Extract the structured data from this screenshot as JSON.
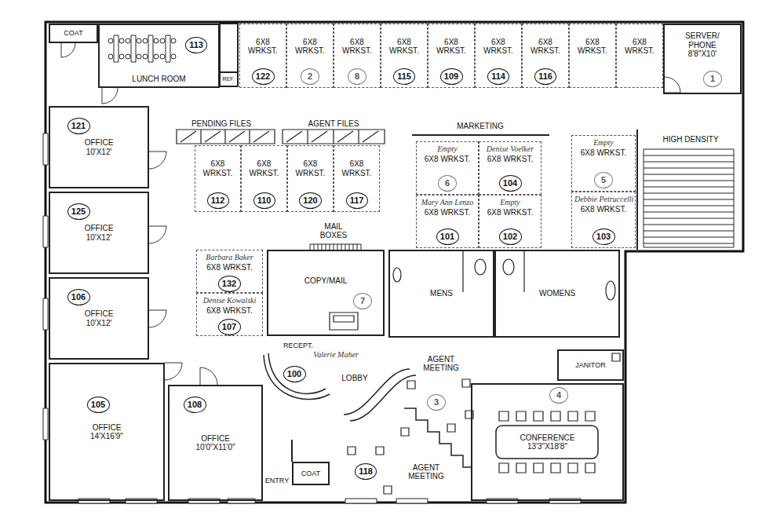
{
  "diagram": {
    "nodes": [
      {
        "text": [
          "COAT"
        ]
      },
      {
        "text": [
          "LUNCH ROOM"
        ]
      },
      {
        "text": [
          "113"
        ],
        "in": 1
      },
      {
        "text": [
          "6X8 WRKST."
        ]
      },
      {
        "text": [
          "122"
        ],
        "in": 3
      },
      {
        "text": [
          "6X8 WRKST."
        ]
      },
      {
        "text": [
          "2"
        ],
        "in": 5
      },
      {
        "text": [
          "6X8 WRKST."
        ]
      },
      {
        "text": [
          "8"
        ],
        "in": 7
      },
      {
        "text": [
          "6X8 WRKST."
        ]
      },
      {
        "text": [
          "115"
        ],
        "in": 9
      },
      {
        "text": [
          "6X8 WRKST."
        ]
      },
      {
        "text": [
          "109"
        ],
        "in": 11
      },
      {
        "text": [
          "6X8 WRKST."
        ]
      },
      {
        "text": [
          "114"
        ],
        "in": 13
      },
      {
        "text": [
          "6X8 WRKST."
        ]
      },
      {
        "text": [
          "116"
        ],
        "in": 15
      },
      {
        "text": [
          "6X8 WRKST."
        ]
      },
      {
        "text": [
          "6X8 WRKST."
        ]
      },
      {
        "text": [
          "SERVER/ PHONE",
          "8'8\"X10'"
        ]
      },
      {
        "text": [
          "1"
        ],
        "in": 19
      },
      {
        "text": [
          "OFFICE",
          "10'X12'"
        ]
      },
      {
        "text": [
          "121"
        ],
        "in": 21
      },
      {
        "text": [
          "6X8 WRKST."
        ]
      },
      {
        "text": [
          "112"
        ],
        "in": 23
      },
      {
        "text": [
          "6X8 WRKST."
        ]
      },
      {
        "text": [
          "110"
        ],
        "in": 25
      },
      {
        "text": [
          "6X8 WRKST."
        ]
      },
      {
        "text": [
          "120"
        ],
        "in": 27
      },
      {
        "text": [
          "6X8 WRKST."
        ]
      },
      {
        "text": [
          "117"
        ],
        "in": 29
      },
      {
        "text": [
          "Empty",
          "6X8 WRKST."
        ]
      },
      {
        "text": [
          "6"
        ],
        "in": 31
      },
      {
        "text": [
          "Denise Voelker",
          "6X8 WRKST."
        ]
      },
      {
        "text": [
          "104"
        ],
        "in": 33
      },
      {
        "text": [
          "Empty",
          "6X8 WRKST."
        ]
      },
      {
        "text": [
          "5"
        ],
        "in": 35
      },
      {
        "text": [
          "Mary Ann Lenzo",
          "6X8 WRKST."
        ]
      },
      {
        "text": [
          "101"
        ],
        "in": 37
      },
      {
        "text": [
          "Empty",
          "6X8 WRKST."
        ]
      },
      {
        "text": [
          "102"
        ],
        "in": 39
      },
      {
        "text": [
          "Debbie Petruccelli",
          "6X8 WRKST."
        ]
      },
      {
        "text": [
          "103"
        ],
        "in": 41
      },
      {
        "text": [
          "OFFICE",
          "10'X12'"
        ]
      },
      {
        "text": [
          "125"
        ],
        "in": 43
      },
      {
        "text": [
          "Barbara Baker",
          "6X8 WRKST."
        ]
      },
      {
        "text": [
          "132"
        ],
        "in": 45
      },
      {
        "text": [
          "COPY/MAIL"
        ]
      },
      {
        "text": [
          "7"
        ],
        "in": 47
      },
      {
        "text": [
          "MENS"
        ]
      },
      {
        "text": [
          "WOMENS"
        ]
      },
      {
        "text": [
          "OFFICE",
          "10'X12'"
        ]
      },
      {
        "text": [
          "106"
        ],
        "in": 51
      },
      {
        "text": [
          "Denise Kowalski",
          "6X8 WRKST."
        ]
      },
      {
        "text": [
          "107"
        ],
        "in": 53
      },
      {
        "text": [
          "100"
        ]
      },
      {
        "text": [
          "JANITOR"
        ]
      },
      {
        "text": [
          "3"
        ]
      },
      {
        "text": [
          "OFFICE",
          "14'X16'9\""
        ]
      },
      {
        "text": [
          "105"
        ],
        "in": 58
      },
      {
        "text": [
          "OFFICE",
          "10'0\"X11'0\""
        ]
      },
      {
        "text": [
          "108"
        ],
        "in": 60
      },
      {
        "text": [
          "CONFERENCE",
          "13'3\"X18'8\""
        ]
      },
      {
        "text": [
          "4"
        ],
        "in": 62
      },
      {
        "text": [
          "118"
        ]
      },
      {
        "text": [
          "COAT"
        ]
      }
    ],
    "labels": [
      "REF.",
      "PENDING FILES",
      "AGENT FILES",
      "MARKETING",
      "HIGH DENSITY",
      "MAIL BOXES",
      "RECEPT.",
      "Valerie Maher",
      "LOBBY",
      "AGENT MEETING",
      "AGENT MEETING",
      "ENTRY"
    ]
  }
}
